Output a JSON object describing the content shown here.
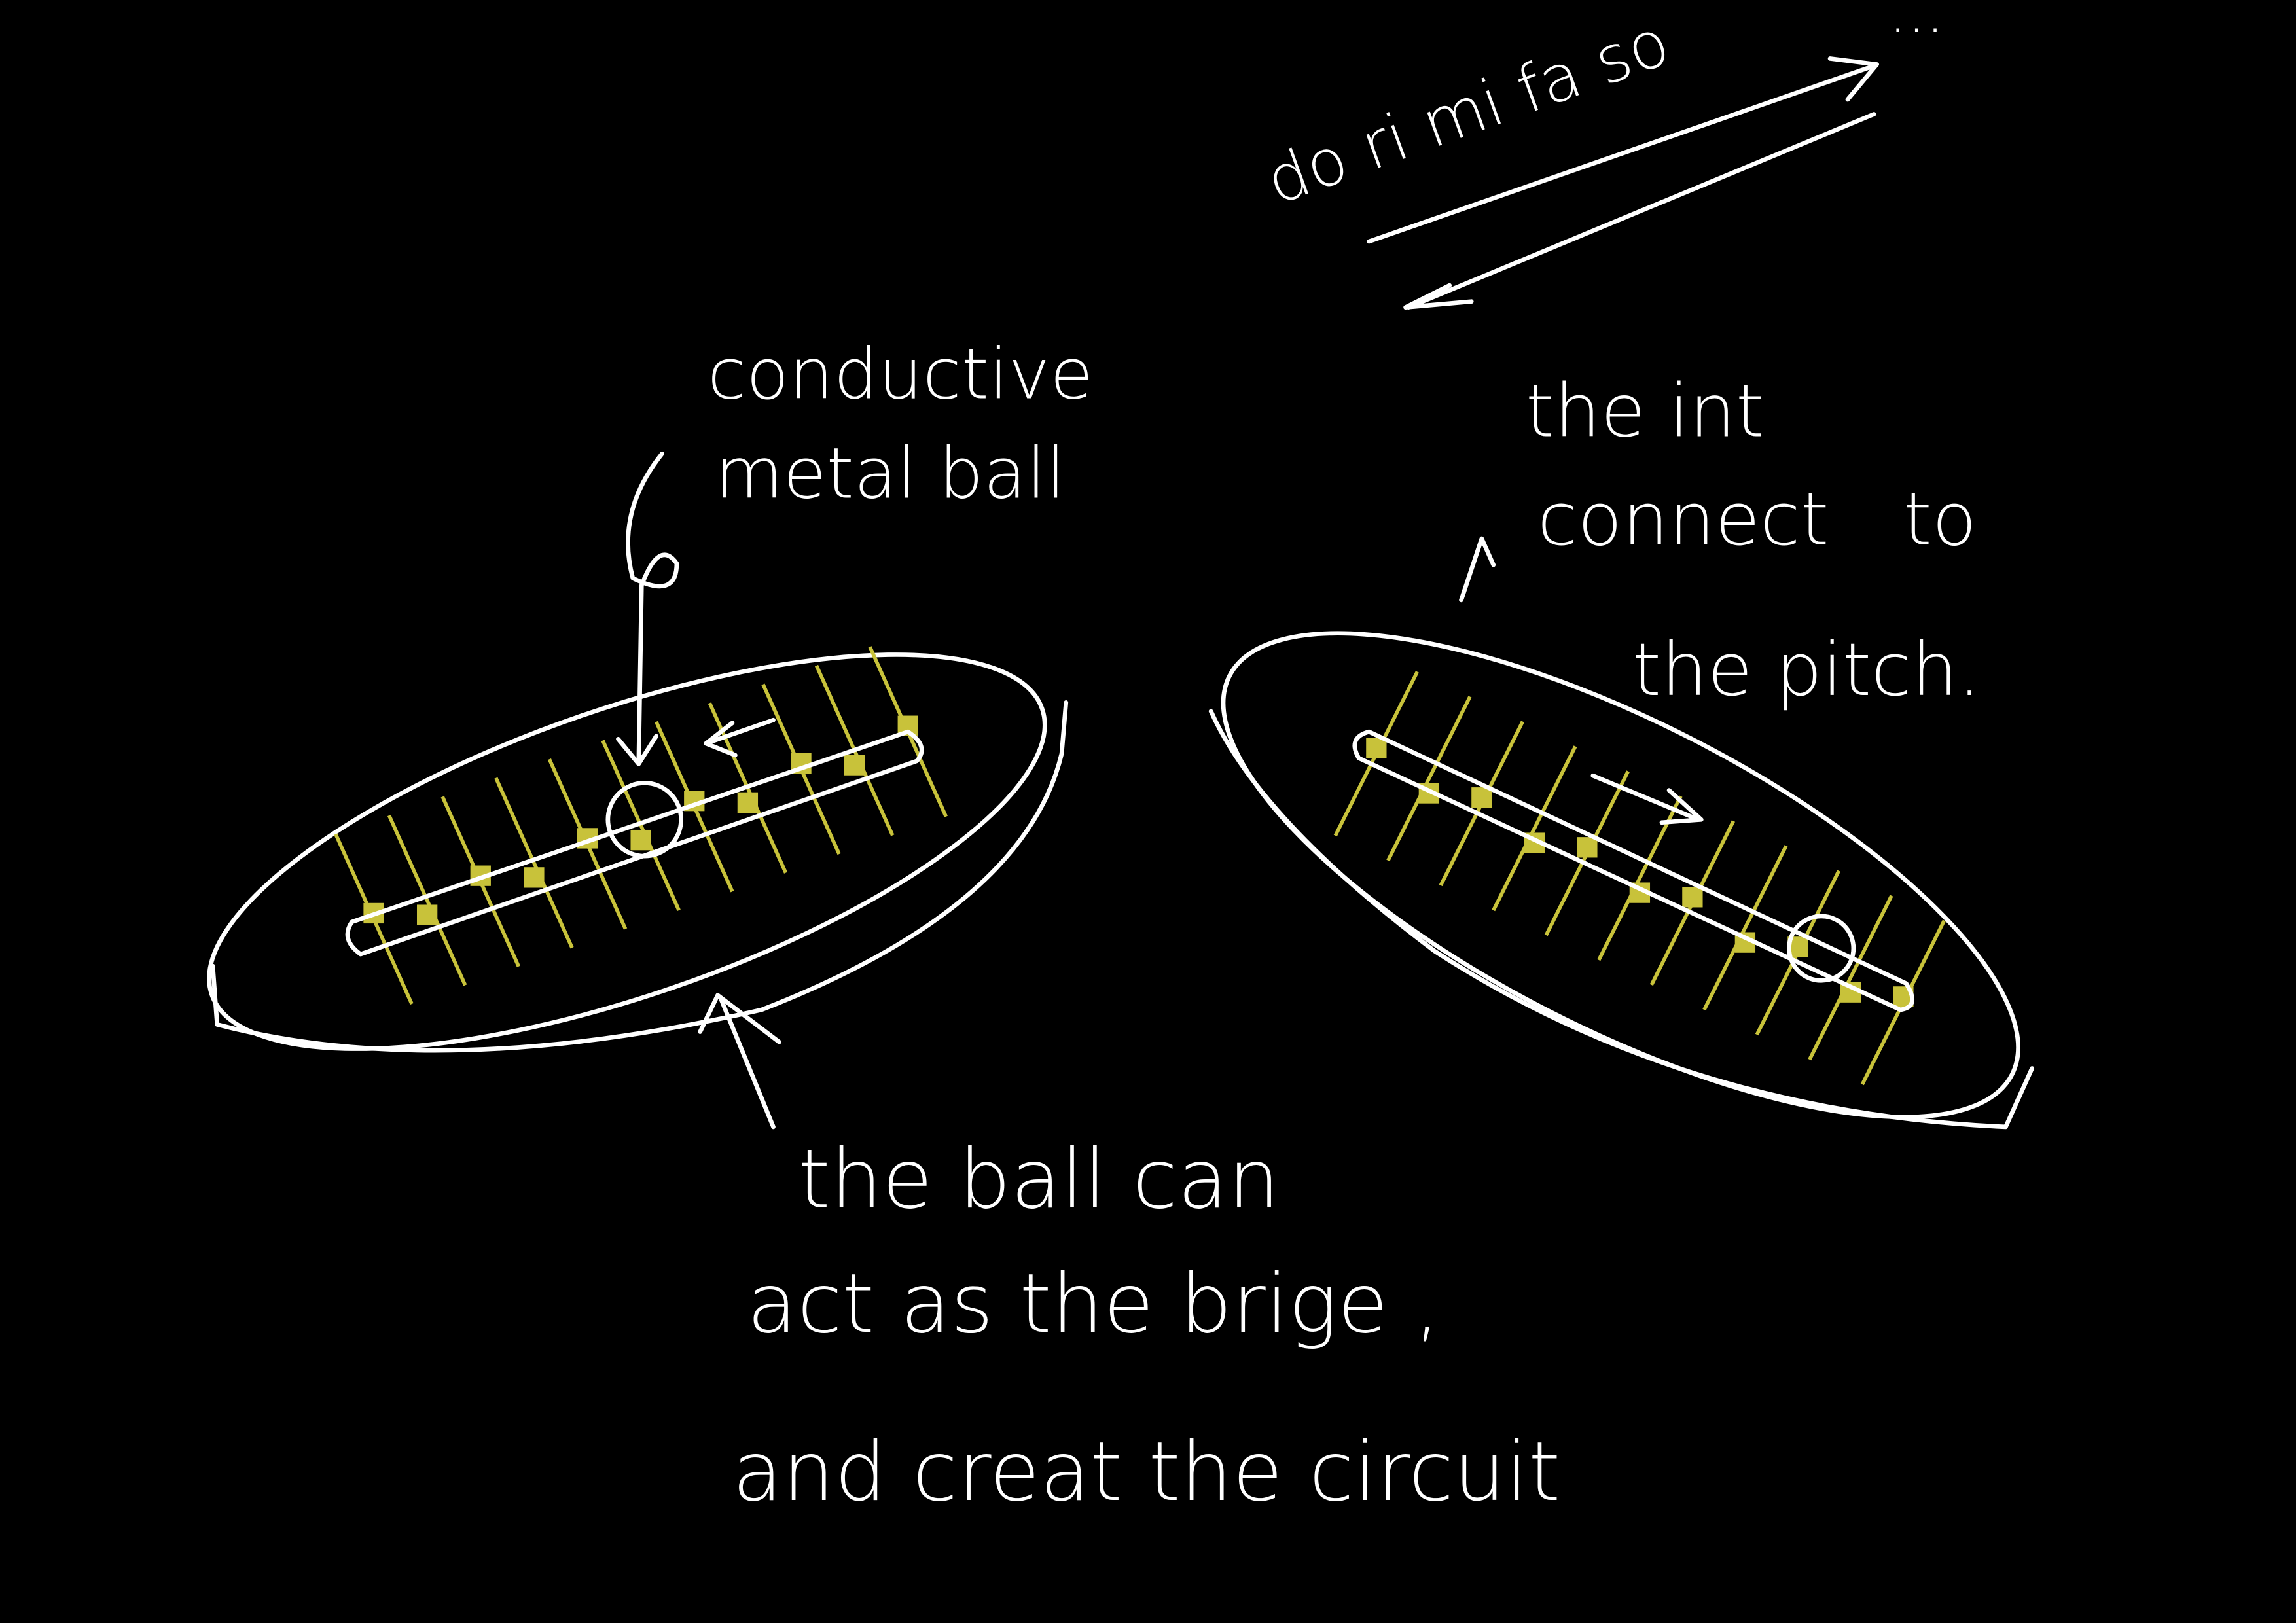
{
  "colors": {
    "background": "#000000",
    "ink": "#ffffff",
    "strings": "#c8c23a"
  },
  "scale_note": {
    "text": "do ri mi fa so",
    "ellipsis": "..."
  },
  "labels": {
    "ball_line1": "conductive",
    "ball_line2": "metal ball",
    "pitch_line1": "the int",
    "pitch_line2a": "connect",
    "pitch_line2b": "to",
    "pitch_line3": "the pitch.",
    "bridge_line1": "the ball can",
    "bridge_line2": "act as the brige ,",
    "bridge_line3": "and creat the circuit"
  }
}
